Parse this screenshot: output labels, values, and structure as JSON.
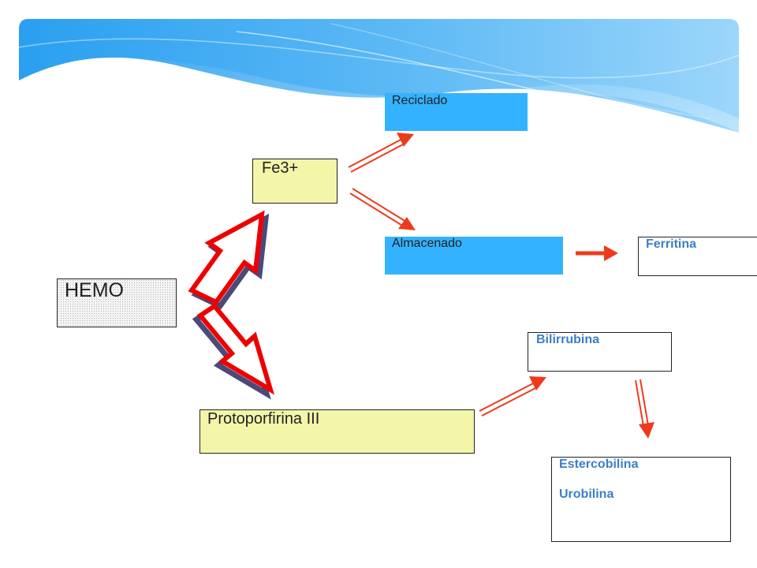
{
  "colors": {
    "banner_dark": "#2196f3",
    "banner_light": "#8fd0ff",
    "box_yellow": "#f3f5a9",
    "box_blue": "#33b3ff",
    "label_blue": "#3b7fc4",
    "arrow_red": "#ee0000",
    "arrow_orange": "#ee3a1c",
    "arrow_shadow": "#4a4a7a"
  },
  "nodes": {
    "hemo": "HEMO",
    "fe3": "Fe3+",
    "reciclado": "Reciclado",
    "almacenado": "Almacenado",
    "ferritina": "Ferritina",
    "bilirrubina": "Bilirrubina",
    "protoporfirina": "Protoporfirina III",
    "estercobilina": "Estercobilina",
    "urobilina": "Urobilina"
  }
}
